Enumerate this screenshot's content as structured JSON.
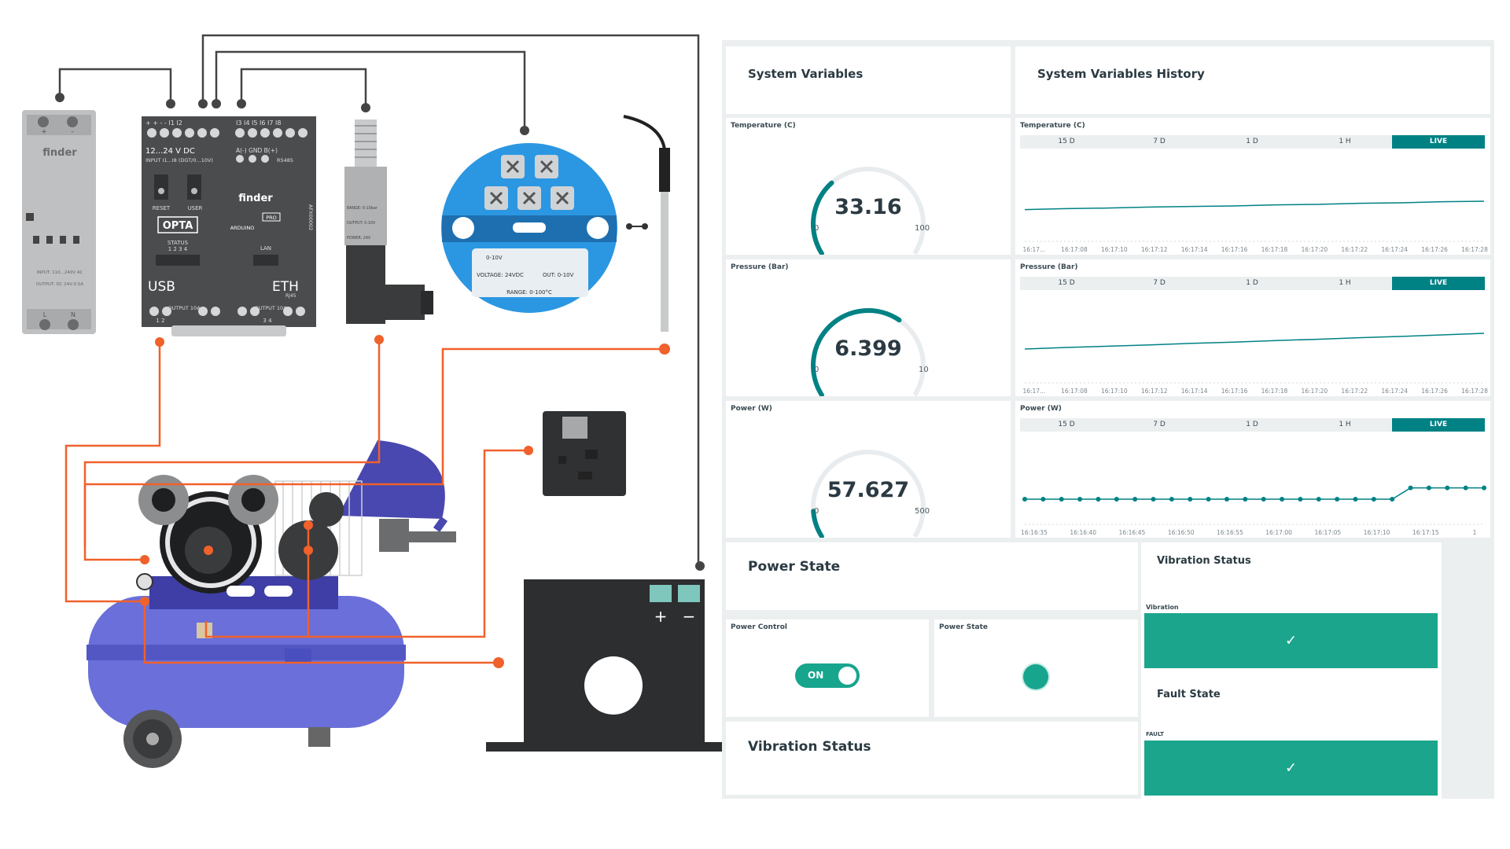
{
  "diagram": {
    "psu": {
      "brand": "finder",
      "input": "INPUT: 110...240V AC",
      "output": "OUTPUT: DC 24V-0.5A",
      "terminal_plus": "+",
      "terminal_minus": "-",
      "terminal_l": "L",
      "terminal_n": "N"
    },
    "opta": {
      "supply": "12...24 V DC",
      "inputs": "INPUT I1...I8 (DGT/0...10V)",
      "rs485": "A(-) GND B(+)",
      "rs485_label": "RS485",
      "terminals_left": "+ + - - I1 I2",
      "terminals_right": "I3 I4 I5 I6 I7 I8",
      "reset": "RESET",
      "user": "USER",
      "name": "OPTA",
      "brand": "finder",
      "sub_brand": "ARDUINO",
      "pro": "PRO",
      "status": "STATUS",
      "status_nums": "1 2 3 4",
      "lan": "LAN",
      "usb": "USB",
      "eth": "ETH",
      "rj45": "RJ45",
      "output_left": "OUTPUT 10A",
      "output_right": "OUTPUT 10A",
      "out_nums_left": "1 2",
      "out_nums_right": "3 4",
      "model": "AFX00002"
    },
    "pressure_sensor": {
      "range": "RANGE: 0-10bar",
      "output": "OUTPUT: 0-10V",
      "power": "POWER: 24V"
    },
    "temp_transmitter": {
      "mode": "0-10V",
      "voltage": "VOLTAGE: 24VDC",
      "out": "OUT: 0-10V",
      "range": "RANGE: 0-100°C"
    },
    "current_sensor": {
      "plus": "+",
      "minus": "−"
    }
  },
  "dashboard": {
    "system_variables_title": "System Variables",
    "history_title": "System Variables History",
    "gauges": [
      {
        "label": "Temperature (C)",
        "value": "33.16",
        "min": "0",
        "max": "100",
        "fraction": 0.33
      },
      {
        "label": "Pressure (Bar)",
        "value": "6.399",
        "min": "0",
        "max": "10",
        "fraction": 0.64
      },
      {
        "label": "Power (W)",
        "value": "57.627",
        "min": "0",
        "max": "500",
        "fraction": 0.115
      }
    ],
    "tabs": [
      "15 D",
      "7 D",
      "1 D",
      "1 H",
      "LIVE"
    ],
    "charts": [
      {
        "label": "Temperature (C)",
        "xticks": [
          "16:17…",
          "16:17:08",
          "16:17:10",
          "16:17:12",
          "16:17:14",
          "16:17:16",
          "16:17:18",
          "16:17:20",
          "16:17:22",
          "16:17:24",
          "16:17:26",
          "16:17:28"
        ],
        "values": [
          33.0,
          33.02,
          33.03,
          33.05,
          33.06,
          33.07,
          33.09,
          33.1,
          33.12,
          33.13,
          33.15,
          33.16
        ],
        "ylim": [
          32.5,
          34.0
        ],
        "markers": false
      },
      {
        "label": "Pressure (Bar)",
        "xticks": [
          "16:17…",
          "16:17:08",
          "16:17:10",
          "16:17:12",
          "16:17:14",
          "16:17:16",
          "16:17:18",
          "16:17:20",
          "16:17:22",
          "16:17:24",
          "16:17:26",
          "16:17:28"
        ],
        "values": [
          5.9,
          5.95,
          5.99,
          6.03,
          6.08,
          6.12,
          6.17,
          6.21,
          6.26,
          6.3,
          6.35,
          6.4
        ],
        "ylim": [
          5.0,
          7.5
        ],
        "markers": false
      },
      {
        "label": "Power (W)",
        "xticks": [
          "16:16:35",
          "16:16:40",
          "16:16:45",
          "16:16:50",
          "16:16:55",
          "16:17:00",
          "16:17:05",
          "16:17:10",
          "16:17:15",
          "1"
        ],
        "values": [
          0,
          0,
          0,
          0,
          0,
          0,
          0,
          0,
          0,
          0,
          0,
          0,
          0,
          0,
          0,
          0,
          0,
          0,
          0,
          0,
          0,
          57.6,
          57.6,
          57.6,
          57.6,
          57.6
        ],
        "ylim": [
          -100,
          300
        ],
        "markers": true
      }
    ],
    "power_state_title": "Power State",
    "power_control_label": "Power Control",
    "toggle_label": "ON",
    "toggle_on": true,
    "power_state_label": "Power State",
    "power_state_on": true,
    "vibration_status_title": "Vibration Status",
    "vibration_label": "Vibration",
    "fault_state_title": "Fault State",
    "fault_label": "FAULT",
    "vibration_status_title_2": "Vibration Status",
    "check_glyph": "✓",
    "accent": "#008184",
    "status_green": "#1ba58d",
    "wire_orange": "#f0612b",
    "wire_gray": "#444444"
  }
}
